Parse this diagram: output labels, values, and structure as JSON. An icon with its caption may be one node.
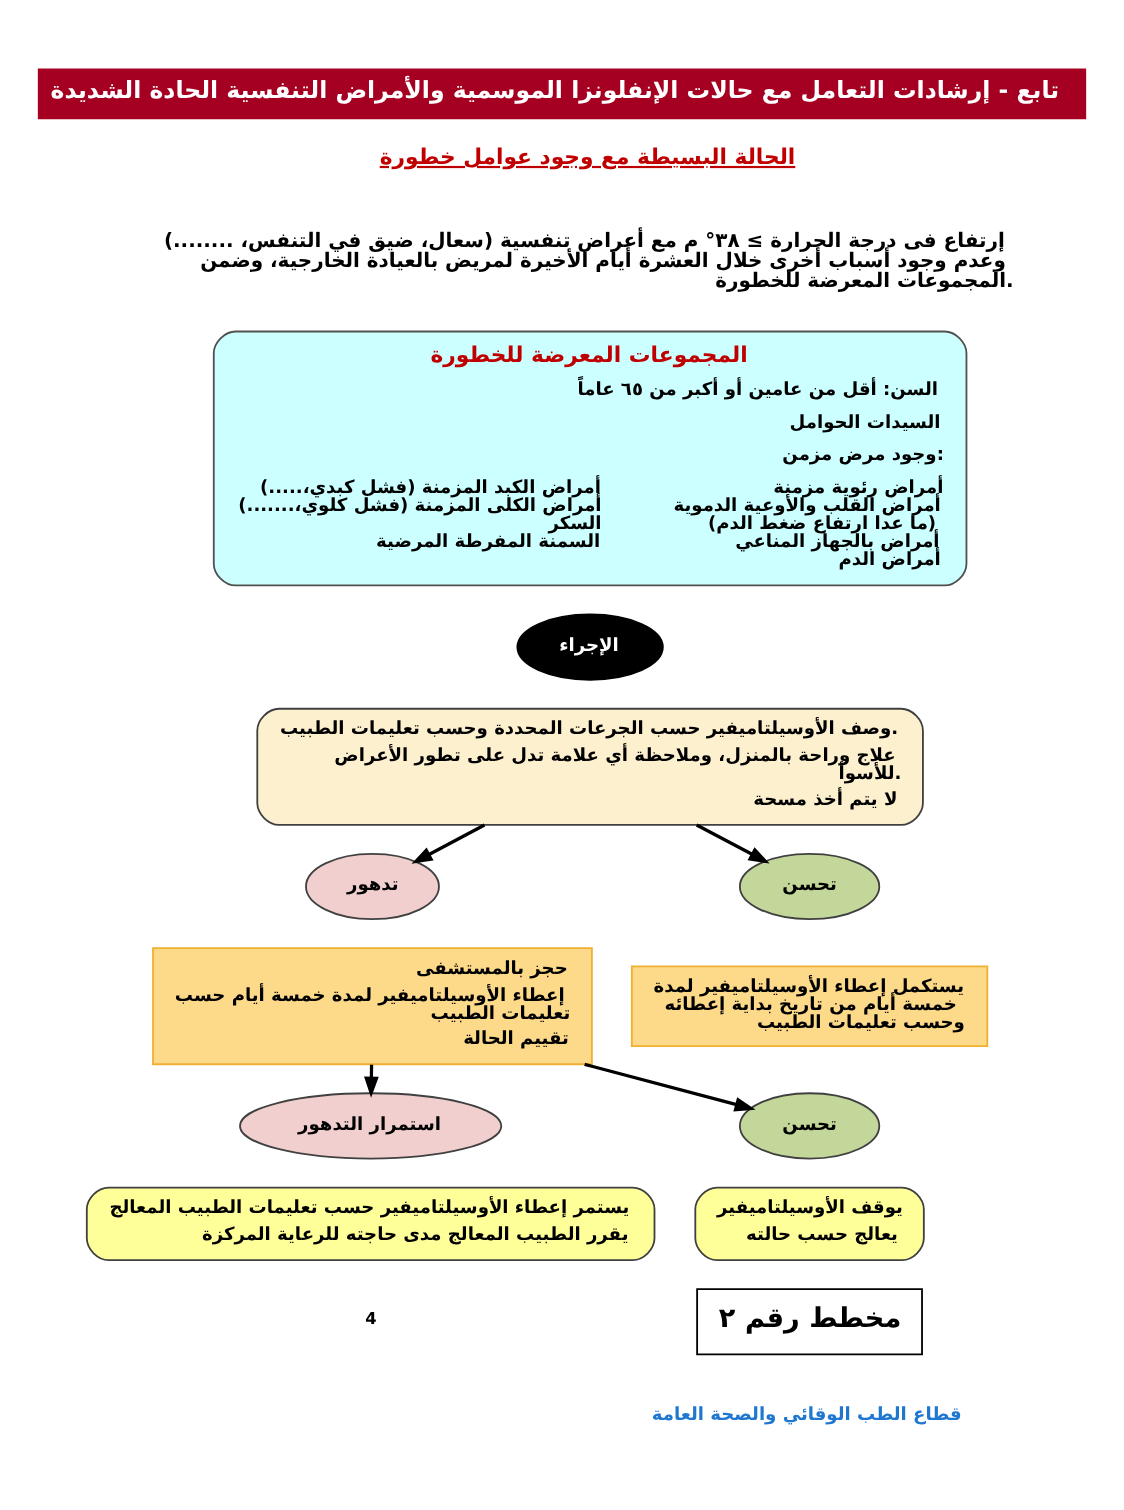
{
  "diagram": {
    "title": "تابع - إرشادات التعامل مع حالات الإنفلونزا الموسمية والأمراض التنفسية الحادة الشديدة",
    "nodes": [
      {
        "text": [
          "المجموعات المعرضة للخطورة",
          "السن: أقل من عامين أو أكبر من ٦٥ عاماً",
          "السيدات الحوامل",
          "وجود مرض مزمن:",
          "أمراض رئوية مزمنة",
          "أمراض القلب والأوعية الدموية (ما عدا ارتفاع ضغط الدم)",
          "أمراض بالجهاز المناعي",
          "أمراض الدم",
          "أمراض الكبد المزمنة (فشل كبدي،.....)",
          "أمراض الكلى المزمنة (فشل كلوي،.......)",
          "السكر",
          "السمنة المفرطة المرضية"
        ]
      },
      {
        "text": [
          "الإجراء"
        ]
      },
      {
        "text": [
          "وصف الأوسيلتاميفير حسب الجرعات المحددة وحسب تعليمات الطبيب.",
          "علاج وراحة بالمنزل، وملاحظة أي علامة تدل على تطور الأعراض للأسوأ.",
          "لا يتم أخذ مسحة"
        ]
      },
      {
        "text": [
          "تحسن"
        ]
      },
      {
        "text": [
          "تدهور"
        ]
      },
      {
        "text": [
          "يستكمل إعطاء الأوسيلتاميفير لمدة خمسة أيام من تاريخ بداية إعطائه وحسب تعليمات الطبيب"
        ]
      },
      {
        "text": [
          "حجز بالمستشفى",
          "إعطاء الأوسيلتاميفير لمدة خمسة أيام حسب تعليمات الطبيب",
          "تقييم الحالة"
        ]
      },
      {
        "text": [
          "تحسن"
        ]
      },
      {
        "text": [
          "استمرار التدهور"
        ]
      },
      {
        "text": [
          "يوقف الأوسيلتاميفير",
          "يعالج حسب حالته"
        ]
      },
      {
        "text": [
          "يستمر إعطاء الأوسيلتاميفير حسب تعليمات الطبيب المعالج",
          "يقرر الطبيب المعالج مدى حاجته للرعاية المركزة"
        ]
      },
      {
        "text": [
          "مخطط رقم ٢"
        ]
      }
    ],
    "edges": [
      {
        "from": 2,
        "to": 4,
        "arrow": "to"
      },
      {
        "from": 2,
        "to": 3,
        "arrow": "to"
      },
      {
        "from": 6,
        "to": 8,
        "arrow": "to"
      },
      {
        "from": 6,
        "to": 7,
        "arrow": "to"
      }
    ],
    "labels": [
      "الحالة البسيطة مع وجود عوامل خطورة",
      "إرتفاع فى درجة الحرارة ≥ ٣٨° م مع أعراض تنفسية (سعال، ضيق في التنفس، ........) وعدم وجود أسباب أخرى خلال العشرة أيام الأخيرة لمريض بالعيادة الخارجية، وضمن المجموعات المعرضة للخطورة.",
      "4",
      "قطاع الطب الوقائي والصحة العامة"
    ]
  }
}
